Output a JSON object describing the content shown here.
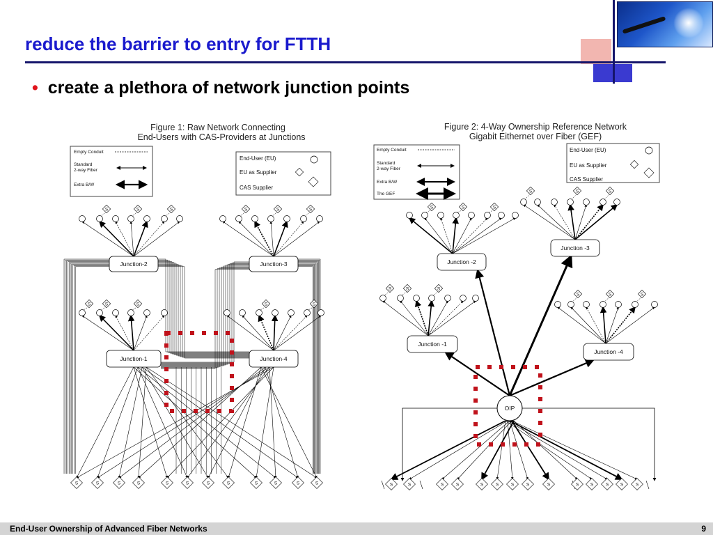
{
  "slide": {
    "title": "reduce the barrier to entry for FTTH",
    "bullet": "create a plethora of network junction points",
    "footer": "End-User Ownership of Advanced Fiber Networks",
    "page_number": "9"
  },
  "figure1": {
    "title_line1": "Figure 1:  Raw Network Connecting",
    "title_line2": "End-Users with CAS-Providers at Junctions",
    "legend": {
      "empty_conduit": "Empty Conduit",
      "standard_line1": "Standard",
      "standard_line2": "2-way Fiber",
      "extra_bw": "Extra B/W",
      "end_user": "End-User (EU)",
      "eu_as_supplier": "EU as Supplier",
      "cas_supplier": "CAS Supplier"
    },
    "junctions": [
      "Junction-1",
      "Junction-2",
      "Junction-3",
      "Junction-4"
    ]
  },
  "figure2": {
    "title_line1": "Figure 2:  4-Way Ownership Reference Network",
    "title_line2": "Gigabit Eithernet over Fiber (GEF)",
    "legend": {
      "empty_conduit": "Empty Conduit",
      "standard_line1": "Standard",
      "standard_line2": "2-way Fiber",
      "extra_bw": "Extra B/W",
      "the_gef": "The GEF",
      "end_user": "End-User (EU)",
      "eu_as_supplier": "EU as Supplier",
      "cas_supplier": "CAS Supplier"
    },
    "junctions": [
      "Junction -1",
      "Junction -2",
      "Junction -3",
      "Junction -4"
    ],
    "oip": "OIP"
  },
  "symbols": {
    "supplier": "S"
  },
  "colors": {
    "title": "#1a1acd",
    "rule": "#15156b",
    "bullet": "#e0141c",
    "highlight": "#c0121b",
    "footer_bg": "#d4d4d4"
  }
}
